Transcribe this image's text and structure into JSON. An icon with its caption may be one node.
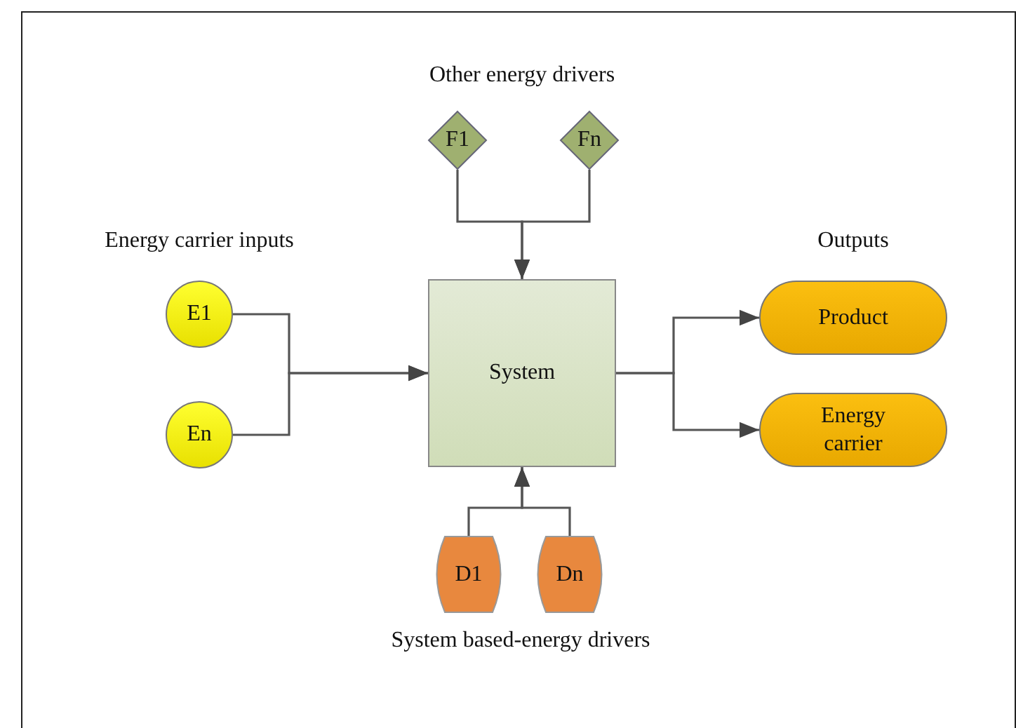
{
  "diagram": {
    "nodes": [
      {
        "text": [
          "System"
        ]
      },
      {
        "text": [
          "E1"
        ]
      },
      {
        "text": [
          "En"
        ]
      },
      {
        "text": [
          "F1"
        ]
      },
      {
        "text": [
          "Fn"
        ]
      },
      {
        "text": [
          "D1"
        ]
      },
      {
        "text": [
          "Dn"
        ]
      },
      {
        "text": [
          "Product"
        ]
      },
      {
        "text": [
          "Energy carrier"
        ]
      }
    ],
    "edges": [
      {
        "from": 1,
        "to": 0,
        "arrow": "to"
      },
      {
        "from": 2,
        "to": 0,
        "arrow": "to"
      },
      {
        "from": 3,
        "to": 0,
        "arrow": "to"
      },
      {
        "from": 4,
        "to": 0,
        "arrow": "to"
      },
      {
        "from": 5,
        "to": 0,
        "arrow": "to"
      },
      {
        "from": 6,
        "to": 0,
        "arrow": "to"
      },
      {
        "from": 0,
        "to": 7,
        "arrow": "to"
      },
      {
        "from": 0,
        "to": 8,
        "arrow": "to"
      }
    ],
    "labels": [
      "Other energy drivers",
      "Energy carrier inputs",
      "Outputs",
      "System based-energy drivers"
    ]
  }
}
